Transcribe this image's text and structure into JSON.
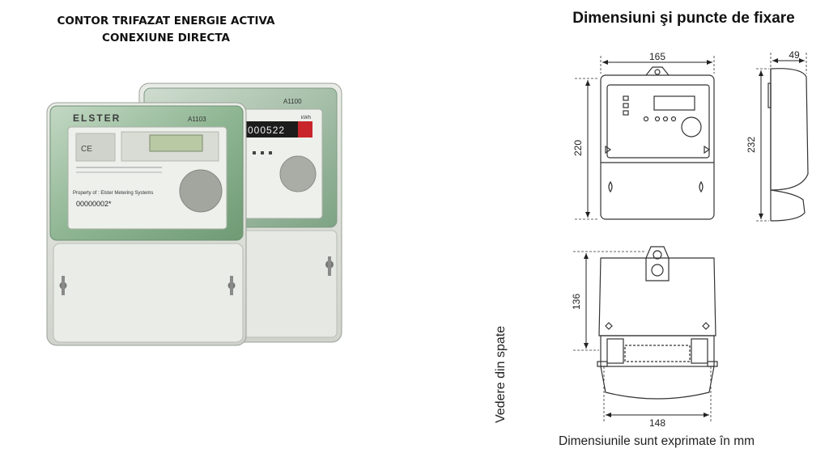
{
  "left": {
    "title_line1": "CONTOR TRIFAZAT ENERGIE ACTIVA",
    "title_line2": "CONEXIUNE DIRECTA"
  },
  "meter_front": {
    "brand": "ELSTER",
    "model": "A1103",
    "mark": "CE",
    "property": "Property of : Elster Metering Systems",
    "serial": "00000002*"
  },
  "meter_back": {
    "model": "A1100",
    "register": "000522",
    "unit": "kWh"
  },
  "right": {
    "title": "Dimensiuni şi puncte de fixare",
    "back_view_label": "Vedere din spate",
    "footnote": "Dimensiunile sunt exprimate în mm"
  },
  "dimensions": {
    "front_width": "165",
    "front_height": "220",
    "side_depth": "49",
    "side_height": "232",
    "back_height": "136",
    "back_width": "148"
  },
  "colors": {
    "housing": "#dfe3dc",
    "cover_green": "#9fc4a0",
    "lcd": "#b9c9a4"
  }
}
